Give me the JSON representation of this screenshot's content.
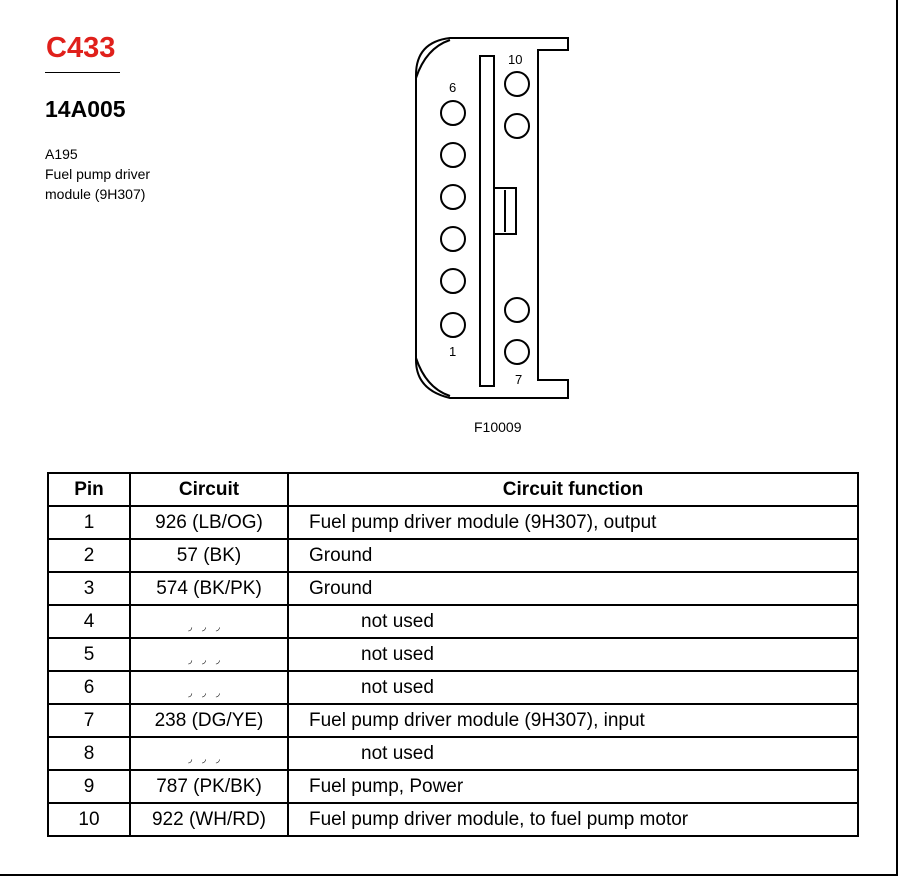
{
  "header": {
    "connector_id": "C433",
    "part_number": "14A005",
    "description_lines": [
      "A195",
      "Fuel pump driver",
      "module (9H307)"
    ]
  },
  "figure": {
    "ref": "F10009",
    "pin_labels": {
      "top_right": "10",
      "top_left": "6",
      "bottom_left": "1",
      "bottom_right": "7"
    }
  },
  "table": {
    "headers": {
      "pin": "Pin",
      "circuit": "Circuit",
      "function": "Circuit function"
    },
    "rows": [
      {
        "pin": "1",
        "circuit": "926 (LB/OG)",
        "function": "Fuel pump driver module (9H307), output"
      },
      {
        "pin": "2",
        "circuit": "57 (BK)",
        "function": "Ground"
      },
      {
        "pin": "3",
        "circuit": "574 (BK/PK)",
        "function": "Ground"
      },
      {
        "pin": "4",
        "circuit": "◞◞◞",
        "function": "not used"
      },
      {
        "pin": "5",
        "circuit": "◞◞◞",
        "function": "not used"
      },
      {
        "pin": "6",
        "circuit": "◞◞◞",
        "function": "not used"
      },
      {
        "pin": "7",
        "circuit": "238 (DG/YE)",
        "function": "Fuel pump driver module (9H307), input"
      },
      {
        "pin": "8",
        "circuit": "◞◞◞",
        "function": "not used"
      },
      {
        "pin": "9",
        "circuit": "787 (PK/BK)",
        "function": "Fuel pump, Power"
      },
      {
        "pin": "10",
        "circuit": "922 (WH/RD)",
        "function": "Fuel pump driver module, to fuel pump motor"
      }
    ]
  },
  "colors": {
    "connector_id": "#e0201b"
  }
}
